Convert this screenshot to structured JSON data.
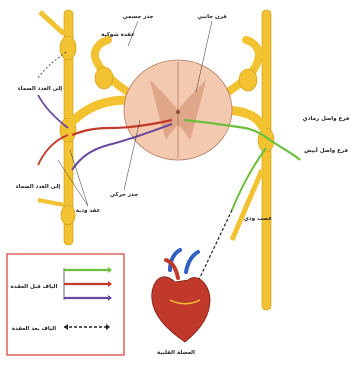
{
  "labels": {
    "lateral_horn_top": "جذر جسمي",
    "chain_ganglion": "عقدة شوكية",
    "dorsal_horn": "قرن جانبي",
    "to_viscera_upper": "إلى الغدد الصماء",
    "to_viscera_lower": "إلى الغدد الصماء",
    "ganglion_nodes": "عقد ودية",
    "ventral_root": "جذر حركي",
    "gray_ramus": "فرع واصل رمادي",
    "white_ramus": "فرع واصل أبيض",
    "splanchnic_nerve": "عصب ودي",
    "heart_label": "العضلة القلبية"
  },
  "legend": {
    "row1": "الياف قبل العقدة",
    "row2": "الياف بعد العقدة"
  },
  "colors": {
    "nerve_yellow": "#f2c230",
    "nerve_outline": "#c9960f",
    "cord_pink": "#f3c9b0",
    "cord_gray": "#d99a7c",
    "green_fiber": "#6cbf3a",
    "purple_fiber": "#6a4a9c",
    "red_fiber": "#c23a2a",
    "legend_border": "#d43a3a"
  }
}
